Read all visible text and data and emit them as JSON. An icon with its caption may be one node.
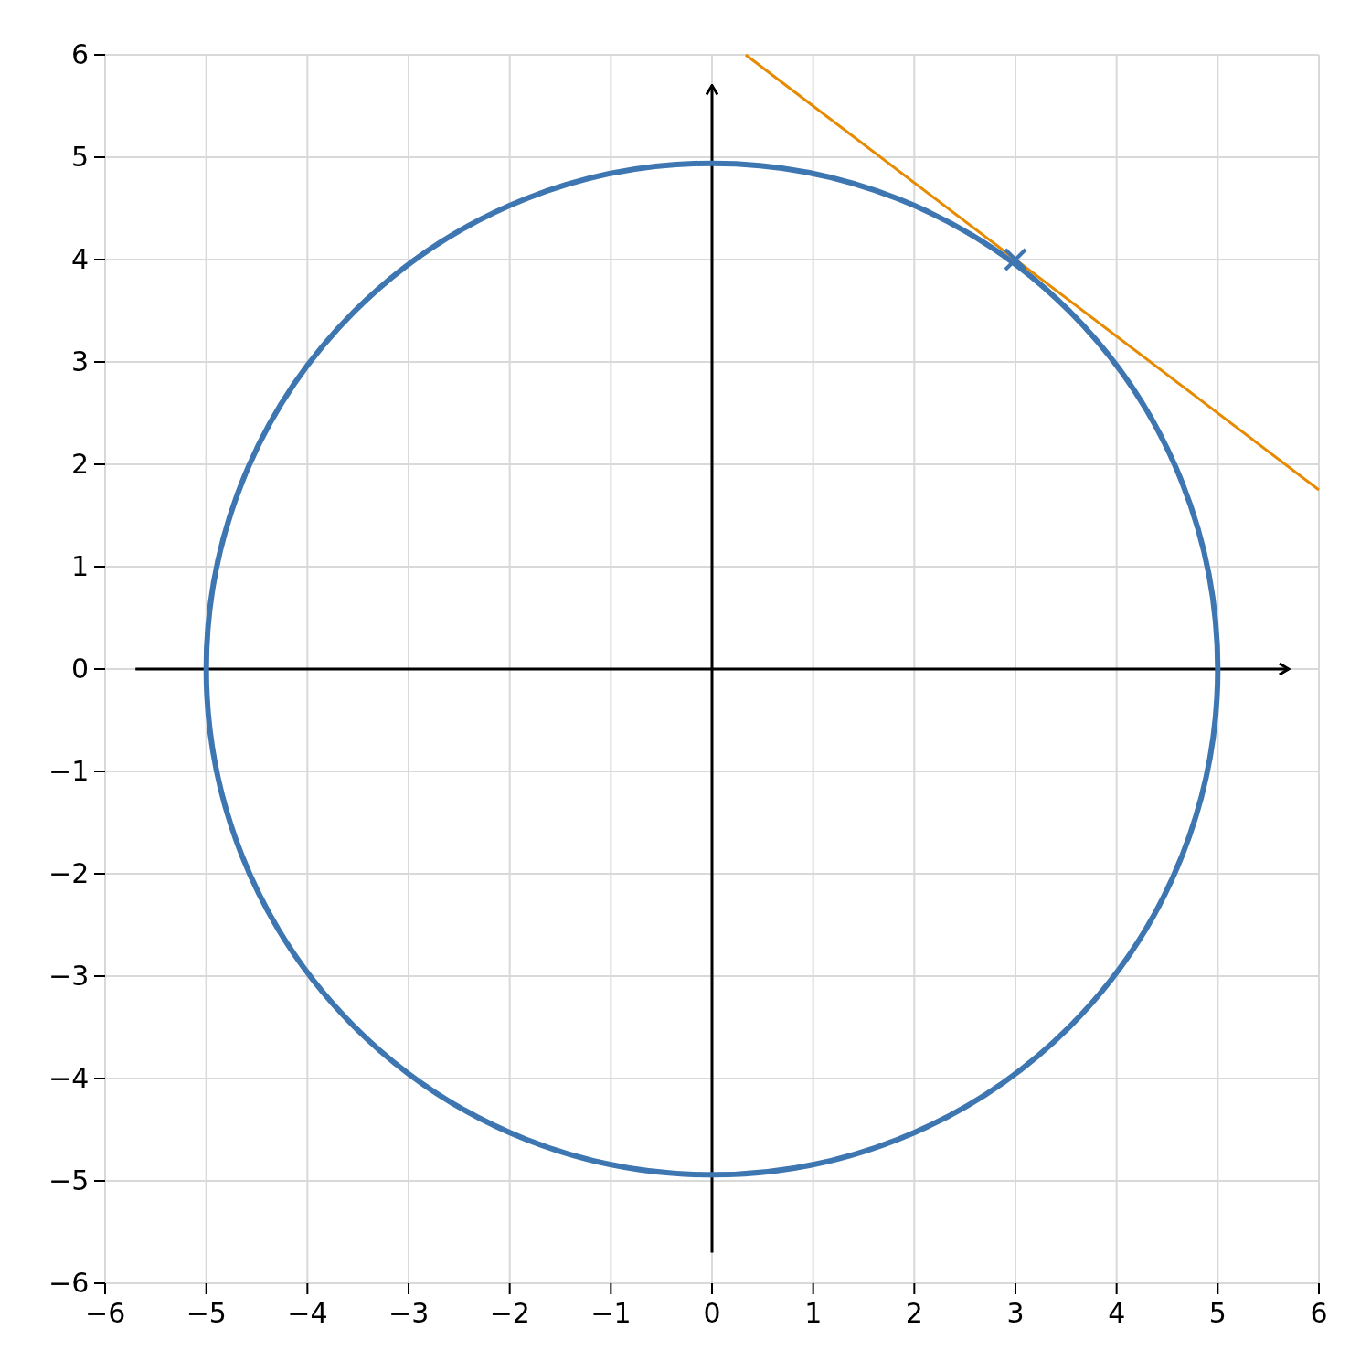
{
  "diagram": {
    "chart_data": {
      "type": "line",
      "xlim": [
        -6,
        6
      ],
      "ylim": [
        -6,
        6
      ],
      "grid": true,
      "xticks": [
        {
          "value": -6,
          "label": "−6"
        },
        {
          "value": -5,
          "label": "−5"
        },
        {
          "value": -4,
          "label": "−4"
        },
        {
          "value": -3,
          "label": "−3"
        },
        {
          "value": -2,
          "label": "−2"
        },
        {
          "value": -1,
          "label": "−1"
        },
        {
          "value": 0,
          "label": "0"
        },
        {
          "value": 1,
          "label": "1"
        },
        {
          "value": 2,
          "label": "2"
        },
        {
          "value": 3,
          "label": "3"
        },
        {
          "value": 4,
          "label": "4"
        },
        {
          "value": 5,
          "label": "5"
        },
        {
          "value": 6,
          "label": "6"
        }
      ],
      "yticks": [
        {
          "value": -6,
          "label": "−6"
        },
        {
          "value": -5,
          "label": "−5"
        },
        {
          "value": -4,
          "label": "−4"
        },
        {
          "value": -3,
          "label": "−3"
        },
        {
          "value": -2,
          "label": "−2"
        },
        {
          "value": -1,
          "label": "−1"
        },
        {
          "value": 0,
          "label": "0"
        },
        {
          "value": 1,
          "label": "1"
        },
        {
          "value": 2,
          "label": "2"
        },
        {
          "value": 3,
          "label": "3"
        },
        {
          "value": 4,
          "label": "4"
        },
        {
          "value": 5,
          "label": "5"
        },
        {
          "value": 6,
          "label": "6"
        }
      ],
      "series": [
        {
          "color": "#e68a00",
          "x": [
            0.333,
            6
          ],
          "values": [
            6,
            1.75
          ]
        },
        {
          "color": "#3d76b0",
          "marker": "x",
          "x": [
            3
          ],
          "values": [
            4
          ]
        }
      ]
    }
  }
}
